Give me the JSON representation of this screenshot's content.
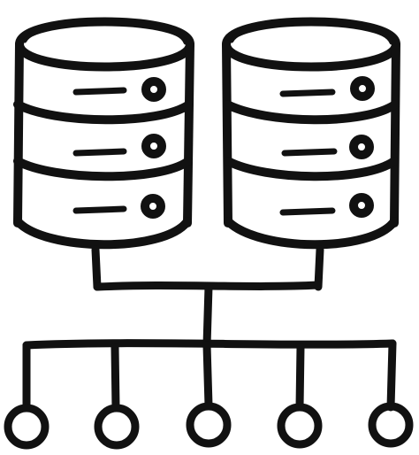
{
  "icon": {
    "name": "database-network-icon",
    "style": "hand-drawn outline",
    "ink_color": "#111111",
    "background_color": "#ffffff",
    "databases": [
      {
        "name": "left-database",
        "disks": 3
      },
      {
        "name": "right-database",
        "disks": 3
      }
    ],
    "network_nodes": 5
  }
}
